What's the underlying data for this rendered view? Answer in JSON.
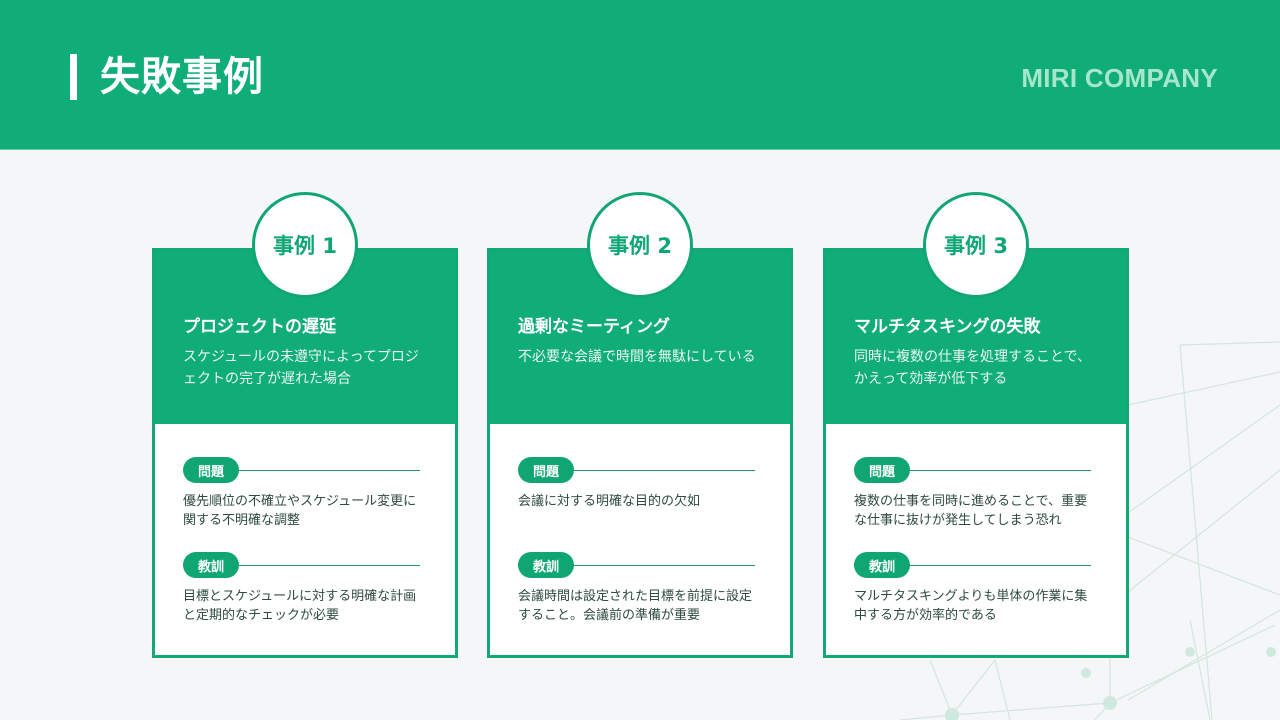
{
  "header": {
    "title": "失敗事例",
    "company": "MIRI COMPANY"
  },
  "colors": {
    "primary": "#10ad78",
    "background": "#f5f6f8",
    "company_text": "#a6e6cc",
    "body_text": "#2f4a42"
  },
  "cases": [
    {
      "badge": "事例 1",
      "title": "プロジェクトの遅延",
      "description": "スケジュールの未遵守によってプロジェクトの完了が遅れた場合",
      "problem_label": "問題",
      "problem": "優先順位の不確立やスケジュール変更に関する不明確な調整",
      "lesson_label": "教訓",
      "lesson": "目標とスケジュールに対する明確な計画と定期的なチェックが必要"
    },
    {
      "badge": "事例 2",
      "title": "過剰なミーティング",
      "description": "不必要な会議で時間を無駄にしている",
      "problem_label": "問題",
      "problem": "会議に対する明確な目的の欠如",
      "lesson_label": "教訓",
      "lesson": "会議時間は設定された目標を前提に設定すること。会議前の準備が重要"
    },
    {
      "badge": "事例 3",
      "title": "マルチタスキングの失敗",
      "description": "同時に複数の仕事を処理することで、かえって効率が低下する",
      "problem_label": "問題",
      "problem": "複数の仕事を同時に進めることで、重要な仕事に抜けが発生してしまう恐れ",
      "lesson_label": "教訓",
      "lesson": "マルチタスキングよりも単体の作業に集中する方が効率的である"
    }
  ]
}
